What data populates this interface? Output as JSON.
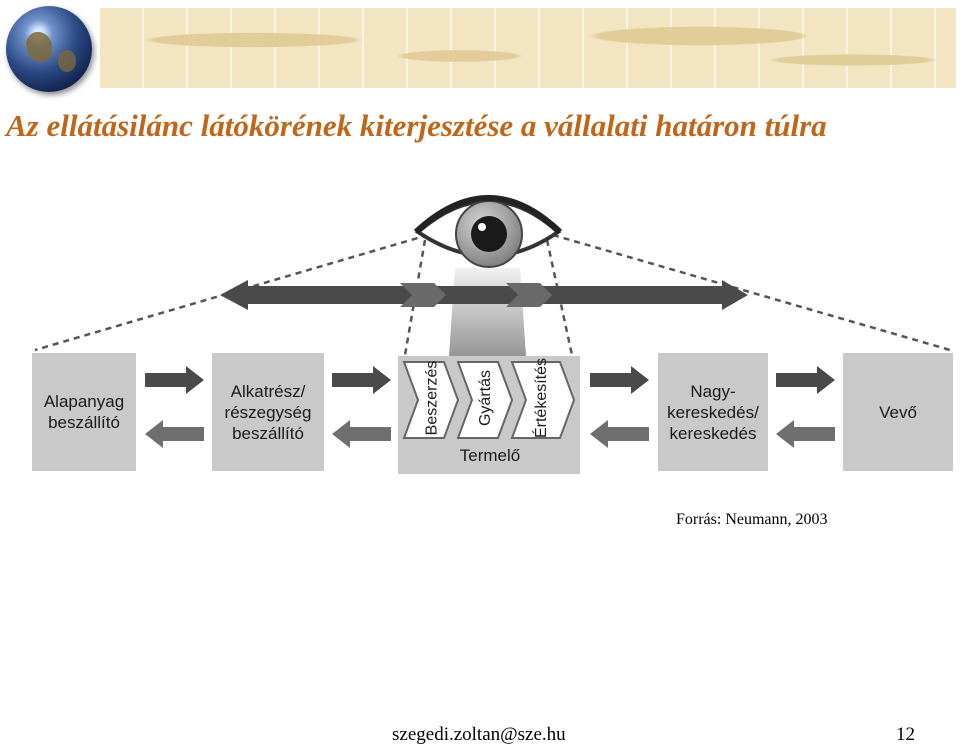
{
  "slide": {
    "title": "Az ellátásilánc látókörének kiterjesztése a vállalati határon túlra",
    "source": "Forrás: Neumann, 2003",
    "footer_email": "szegedi.zoltan@sze.hu",
    "page_number": "12"
  },
  "diagram": {
    "boxes": [
      {
        "name": "alapanyag-box",
        "label": "Alapanyag\nbeszállító"
      },
      {
        "name": "alkatresz-box",
        "label": "Alkatrész/\nrészegység\nbeszállító"
      },
      {
        "name": "nagykereskedes-box",
        "label": "Nagy-\nkereskedés/\nkereskedés"
      },
      {
        "name": "vevo-box",
        "label": "Vevő"
      }
    ],
    "producer": {
      "label": "Termelő",
      "steps": [
        "Beszerzés",
        "Gyártás",
        "Értékesítés"
      ]
    }
  },
  "colors": {
    "title": "#c0661b",
    "box_fill": "#c9c9c9",
    "arrow_fill": "#4a4a4a"
  }
}
